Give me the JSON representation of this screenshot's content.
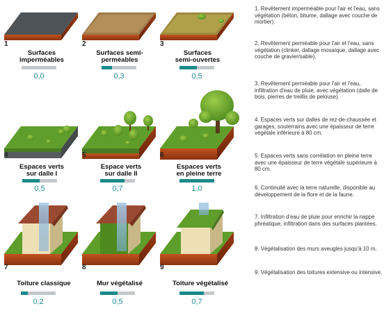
{
  "panels": [
    {
      "num": "1",
      "lines": [
        "Surfaces",
        "imperméables"
      ],
      "value": "0,0",
      "level": 0.0
    },
    {
      "num": "2",
      "lines": [
        "Surfaces semi-",
        "perméables"
      ],
      "value": "0,3",
      "level": 0.3
    },
    {
      "num": "3",
      "lines": [
        "Surfaces",
        "semi-ouvertes"
      ],
      "value": "0,5",
      "level": 0.5
    },
    {
      "num": "4",
      "lines": [
        "Espaces verts",
        "sur dalle I"
      ],
      "value": "0,5",
      "level": 0.5
    },
    {
      "num": "5",
      "lines": [
        "Espace verts",
        "sur dalle II"
      ],
      "value": "0,7",
      "level": 0.7
    },
    {
      "num": "6",
      "lines": [
        "Espaces verts",
        "en pleine terre"
      ],
      "value": "1,0",
      "level": 1.0
    },
    {
      "num": "7",
      "lines": [
        "Toiture classique"
      ],
      "value": "0,2",
      "level": 0.2
    },
    {
      "num": "8",
      "lines": [
        "Mur végétalisé"
      ],
      "value": "0,5",
      "level": 0.5
    },
    {
      "num": "9",
      "lines": [
        "Toiture végétalisé"
      ],
      "value": "0,7",
      "level": 0.7
    }
  ],
  "legend": [
    "1. Revêtement imperméable pour l'air et l'eau, sans végétation (béton, bitume, dallage avec couche de mortier).",
    "2. Revêtement perméable pour l'air et l'eau, sans végétation (clinker, dallage mosaïque, dallage avec couche de gravier/sable).",
    "3. Revêtement perméable pour l'air et l'eau, infiltration d'eau de pluie, avec végétation (dalle de bois, pierres de treillis de pelouse).",
    "4. Espaces verts sur dalles de rez-de-chaussée et garages, souterrains avec une épaisseur de terre végétale inférieure à 80 cm.",
    "5. Espaces verts sans corrélation en pleine terre avec une épaisseur de terre végétale supérieure à 80 cm.",
    "6. Continuité avec la terre naturelle, disponible au développement de la flore et de la faune.",
    "7. Infiltration d'eau de pluie pour enrichir la nappe phréatique, infiltration dans des surfaces plantées.",
    "8. Végétalisation des murs aveugles jusqu'à 10 m.",
    "9. Végétalisation des toitures extensive ou intensive."
  ],
  "colors": {
    "teal": "#1a8a8a",
    "bar_bg": "#c4c8ca",
    "soil": "#b84a1c",
    "grass": "#5a9a28",
    "asphalt": "#555a5c"
  }
}
